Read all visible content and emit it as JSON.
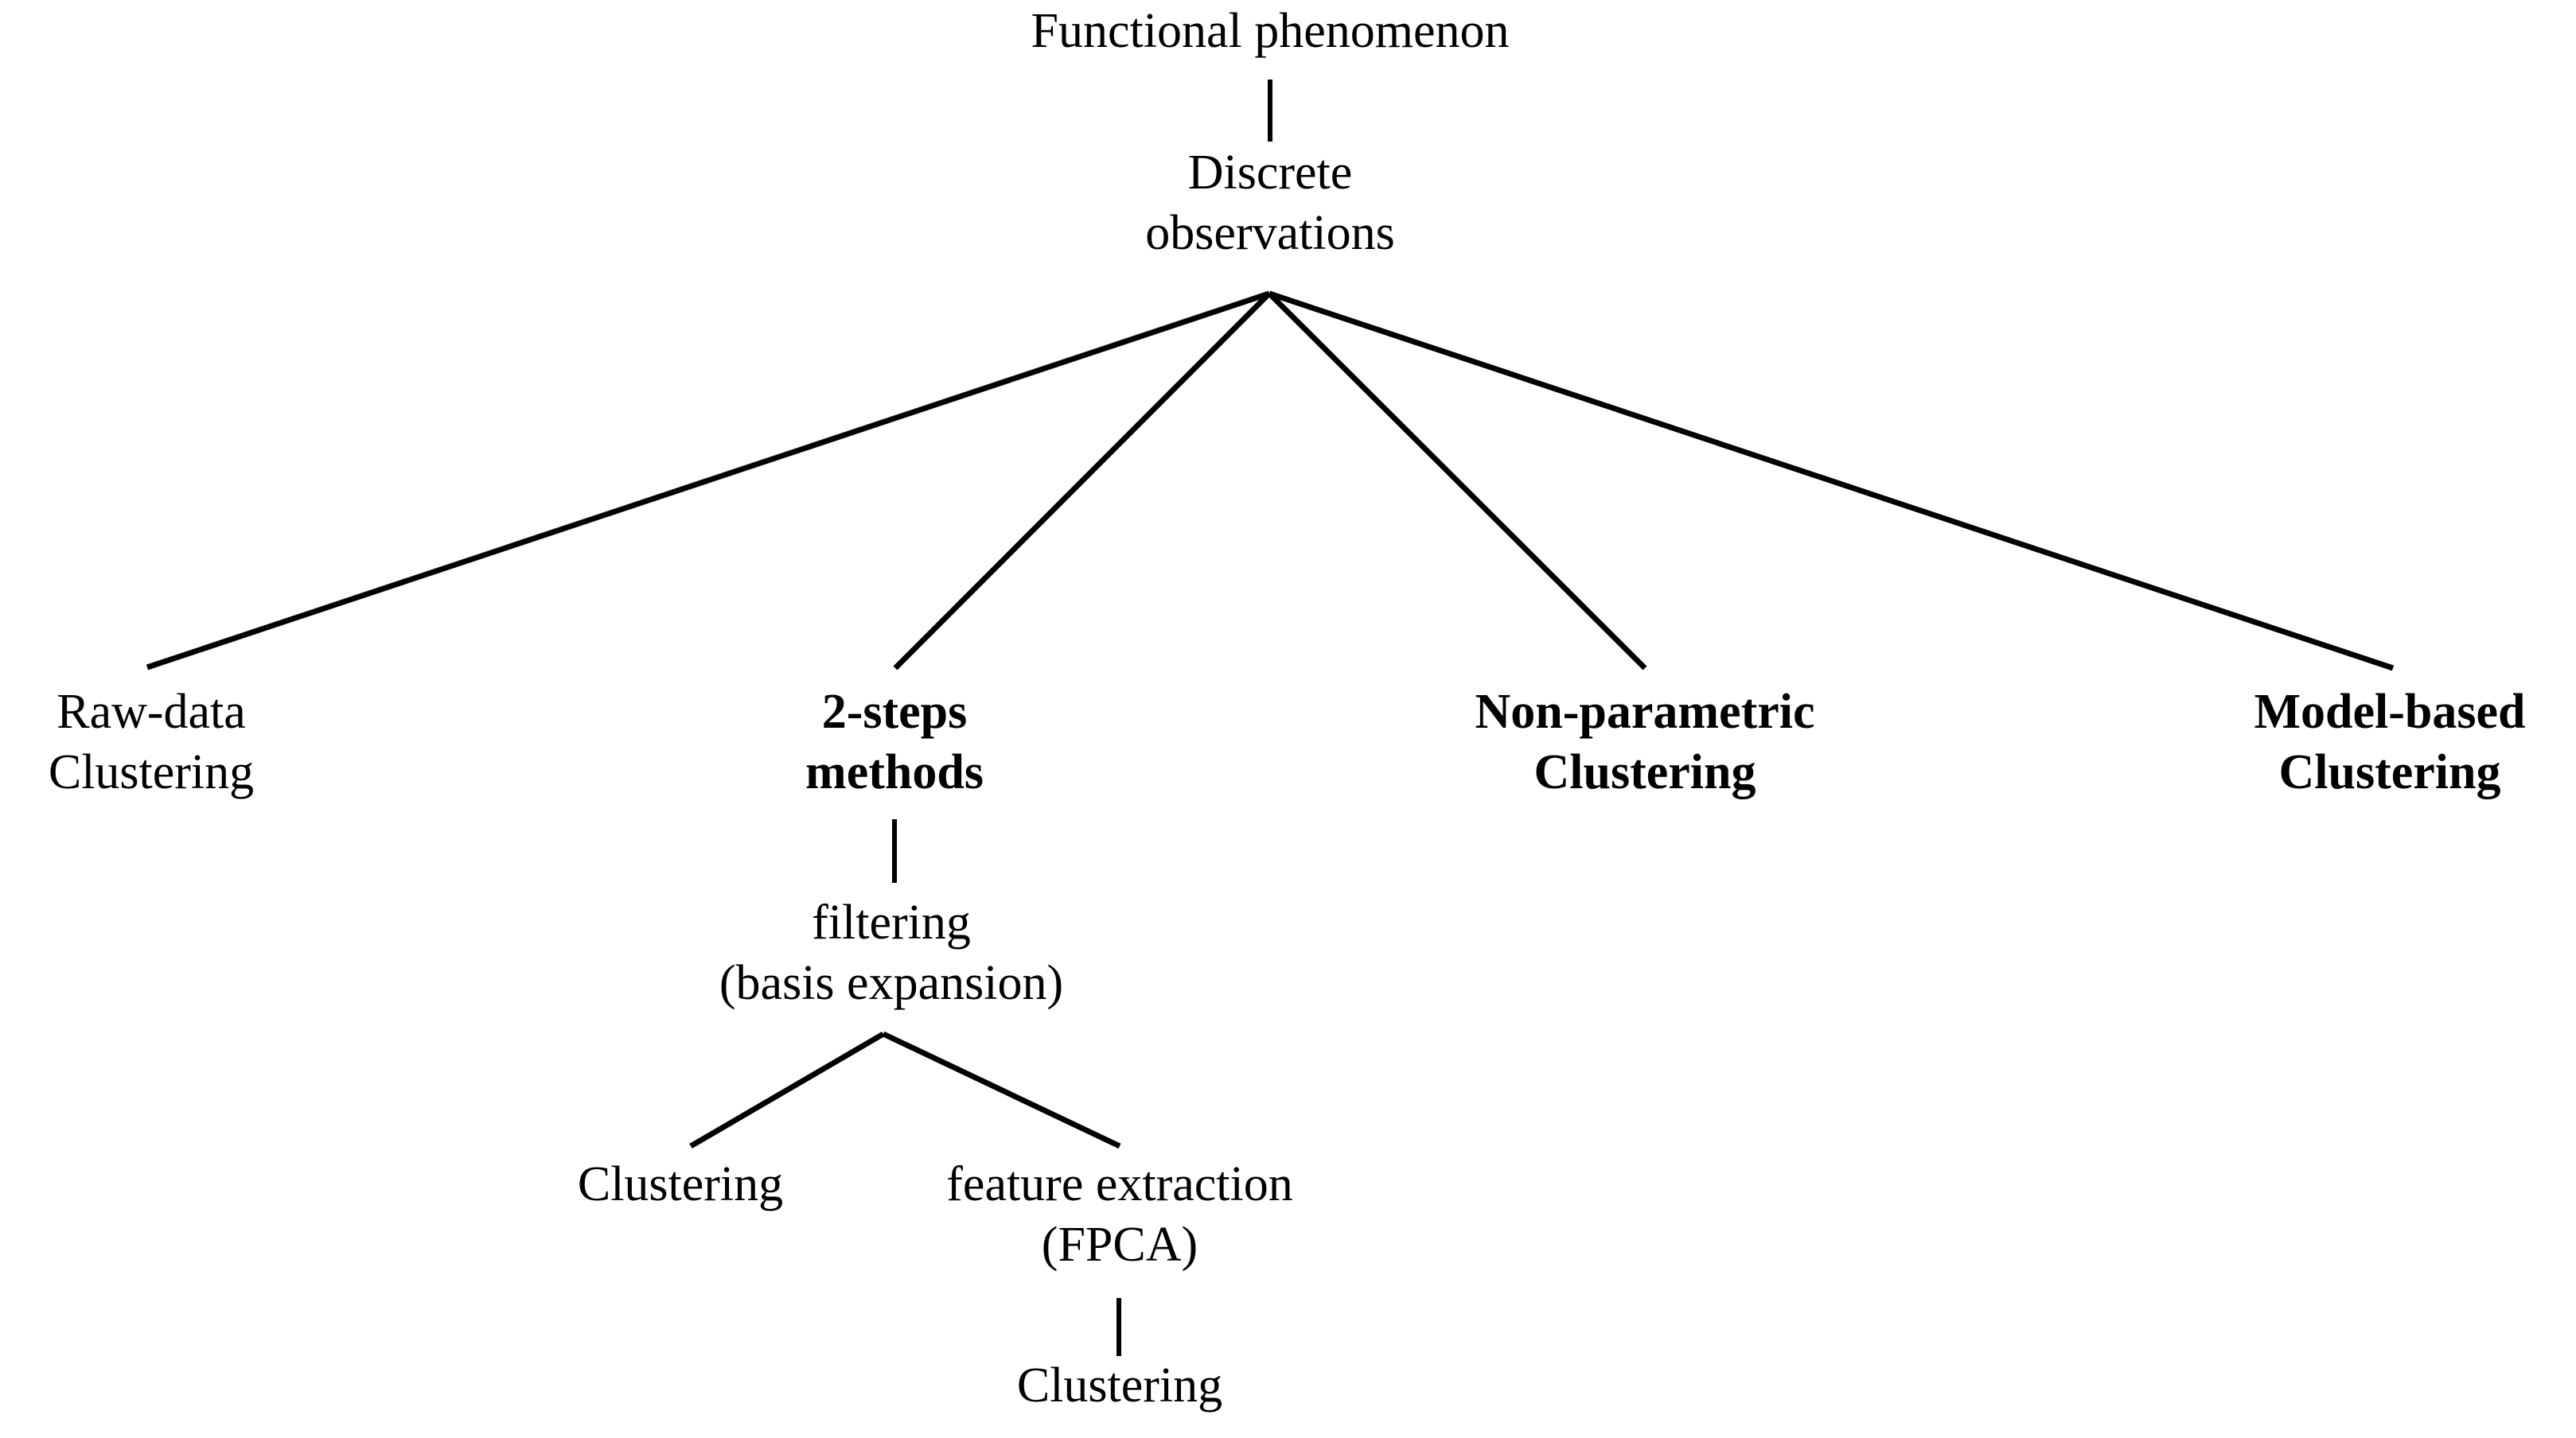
{
  "diagram": {
    "title": "Functional phenomenon clustering taxonomy",
    "type": "tree",
    "background_color": "#ffffff",
    "stroke_color": "#000000",
    "text_color": "#000000",
    "nodes": {
      "root": {
        "id": "root",
        "label": "Functional phenomenon",
        "lines": [
          "Functional phenomenon"
        ],
        "weight": "regular"
      },
      "discrete": {
        "id": "discrete",
        "label": "Discrete observations",
        "lines": [
          "Discrete",
          "observations"
        ],
        "weight": "regular"
      },
      "raw_data": {
        "id": "raw_data",
        "label": "Raw-data Clustering",
        "lines": [
          "Raw-data",
          "Clustering"
        ],
        "weight": "regular"
      },
      "two_steps": {
        "id": "two_steps",
        "label": "2-steps methods",
        "lines": [
          "2-steps",
          "methods"
        ],
        "weight": "bold"
      },
      "non_parametric": {
        "id": "non_parametric",
        "label": "Non-parametric Clustering",
        "lines": [
          "Non-parametric",
          "Clustering"
        ],
        "weight": "bold"
      },
      "model_based": {
        "id": "model_based",
        "label": "Model-based Clustering",
        "lines": [
          "Model-based",
          "Clustering"
        ],
        "weight": "bold"
      },
      "filtering": {
        "id": "filtering",
        "label": "filtering (basis expansion)",
        "lines": [
          "filtering",
          "(basis expansion)"
        ],
        "weight": "regular"
      },
      "clustering_branch": {
        "id": "clustering_branch",
        "label": "Clustering",
        "lines": [
          "Clustering"
        ],
        "weight": "regular"
      },
      "feature_extraction": {
        "id": "feature_extraction",
        "label": "feature extraction (FPCA)",
        "lines": [
          "feature extraction",
          "(FPCA)"
        ],
        "weight": "regular"
      },
      "clustering_final": {
        "id": "clustering_final",
        "label": "Clustering",
        "lines": [
          "Clustering"
        ],
        "weight": "regular"
      }
    },
    "edges": [
      {
        "from": "root",
        "to": "discrete",
        "style": "vertical"
      },
      {
        "from": "discrete",
        "to": "raw_data",
        "style": "diagonal"
      },
      {
        "from": "discrete",
        "to": "two_steps",
        "style": "diagonal"
      },
      {
        "from": "discrete",
        "to": "non_parametric",
        "style": "diagonal"
      },
      {
        "from": "discrete",
        "to": "model_based",
        "style": "diagonal"
      },
      {
        "from": "two_steps",
        "to": "filtering",
        "style": "vertical"
      },
      {
        "from": "filtering",
        "to": "clustering_branch",
        "style": "diagonal"
      },
      {
        "from": "filtering",
        "to": "feature_extraction",
        "style": "diagonal"
      },
      {
        "from": "feature_extraction",
        "to": "clustering_final",
        "style": "vertical"
      }
    ]
  }
}
